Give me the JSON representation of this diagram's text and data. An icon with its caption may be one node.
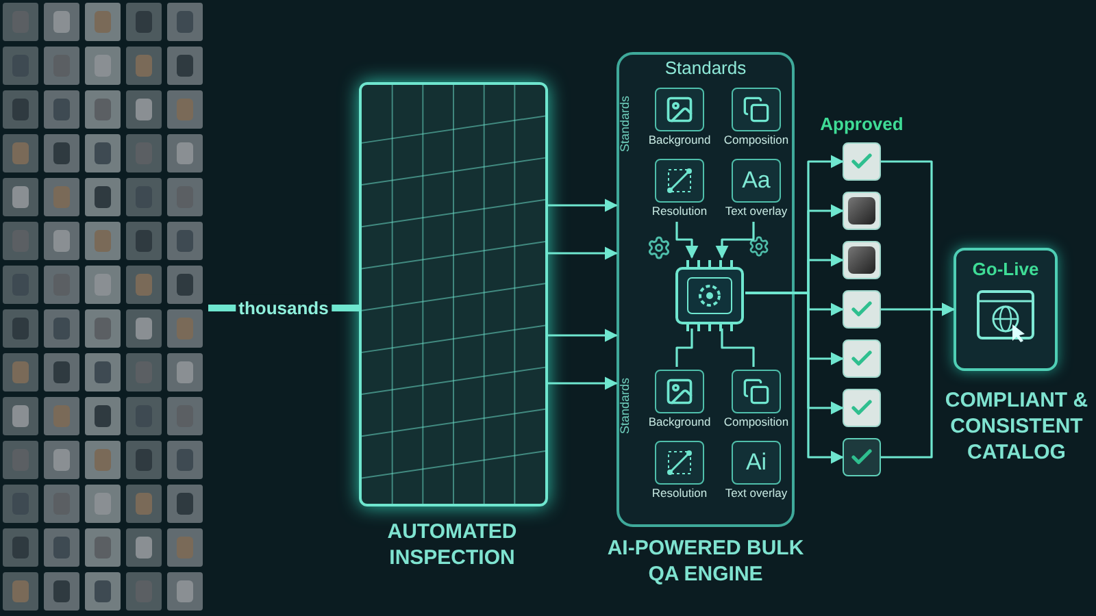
{
  "diagram": {
    "nodes": [
      {
        "text": [],
        "shape": "picture"
      },
      {
        "text": [],
        "shape": "picture",
        "beside": [
          "AUTOMATED INSPECTION"
        ]
      },
      {
        "text": [
          "Standards"
        ],
        "beside": [
          "AI-POWERED BULK QA ENGINE"
        ]
      },
      {
        "text": [
          "Background"
        ],
        "in": 2
      },
      {
        "text": [
          "Composition"
        ],
        "in": 2
      },
      {
        "text": [
          "Resolution"
        ],
        "in": 2
      },
      {
        "text": [
          "Aa",
          "Text overlay"
        ],
        "in": 2
      },
      {
        "text": [],
        "shape": "box",
        "in": 2
      },
      {
        "text": [
          "Background"
        ],
        "in": 2
      },
      {
        "text": [
          "Composition"
        ],
        "in": 2
      },
      {
        "text": [
          "Resolution"
        ],
        "in": 2
      },
      {
        "text": [
          "Ai",
          "Text overlay"
        ],
        "in": 2
      },
      {
        "text": [
          "Approved"
        ]
      },
      {
        "text": [],
        "shape": "box",
        "in": 12
      },
      {
        "text": [],
        "shape": "picture",
        "in": 12
      },
      {
        "text": [],
        "shape": "picture",
        "in": 12
      },
      {
        "text": [],
        "shape": "box",
        "in": 12
      },
      {
        "text": [],
        "shape": "box",
        "in": 12
      },
      {
        "text": [],
        "shape": "box",
        "in": 12
      },
      {
        "text": [],
        "shape": "box",
        "in": 12
      },
      {
        "text": [
          "Go-Live"
        ],
        "beside": [
          "COMPLIANT & CONSISTENT CATALOG"
        ]
      }
    ],
    "edges": [
      {
        "from": 0,
        "to": 1,
        "arrow": "none",
        "label": "thousands",
        "style": "thick"
      },
      {
        "from": 1,
        "to": 2,
        "arrow": "to"
      },
      {
        "from": 1,
        "to": 2,
        "arrow": "to"
      },
      {
        "from": 1,
        "to": 2,
        "arrow": "to"
      },
      {
        "from": 1,
        "to": 2,
        "arrow": "to"
      },
      {
        "from": 5,
        "to": 7,
        "arrow": "to"
      },
      {
        "from": 6,
        "to": 7,
        "arrow": "to"
      },
      {
        "from": 7,
        "to": 8,
        "arrow": "none"
      },
      {
        "from": 7,
        "to": 9,
        "arrow": "none"
      },
      {
        "from": 7,
        "to": 13,
        "arrow": "to"
      },
      {
        "from": 7,
        "to": 14,
        "arrow": "to"
      },
      {
        "from": 7,
        "to": 15,
        "arrow": "to"
      },
      {
        "from": 7,
        "to": 16,
        "arrow": "to"
      },
      {
        "from": 7,
        "to": 17,
        "arrow": "to"
      },
      {
        "from": 7,
        "to": 18,
        "arrow": "to"
      },
      {
        "from": 7,
        "to": 19,
        "arrow": "to"
      },
      {
        "from": 13,
        "to": 20,
        "arrow": "to"
      },
      {
        "from": 16,
        "to": 20,
        "arrow": "to"
      },
      {
        "from": 19,
        "to": 20,
        "arrow": "to"
      }
    ],
    "labels": [
      "Standards",
      "Standards"
    ]
  }
}
